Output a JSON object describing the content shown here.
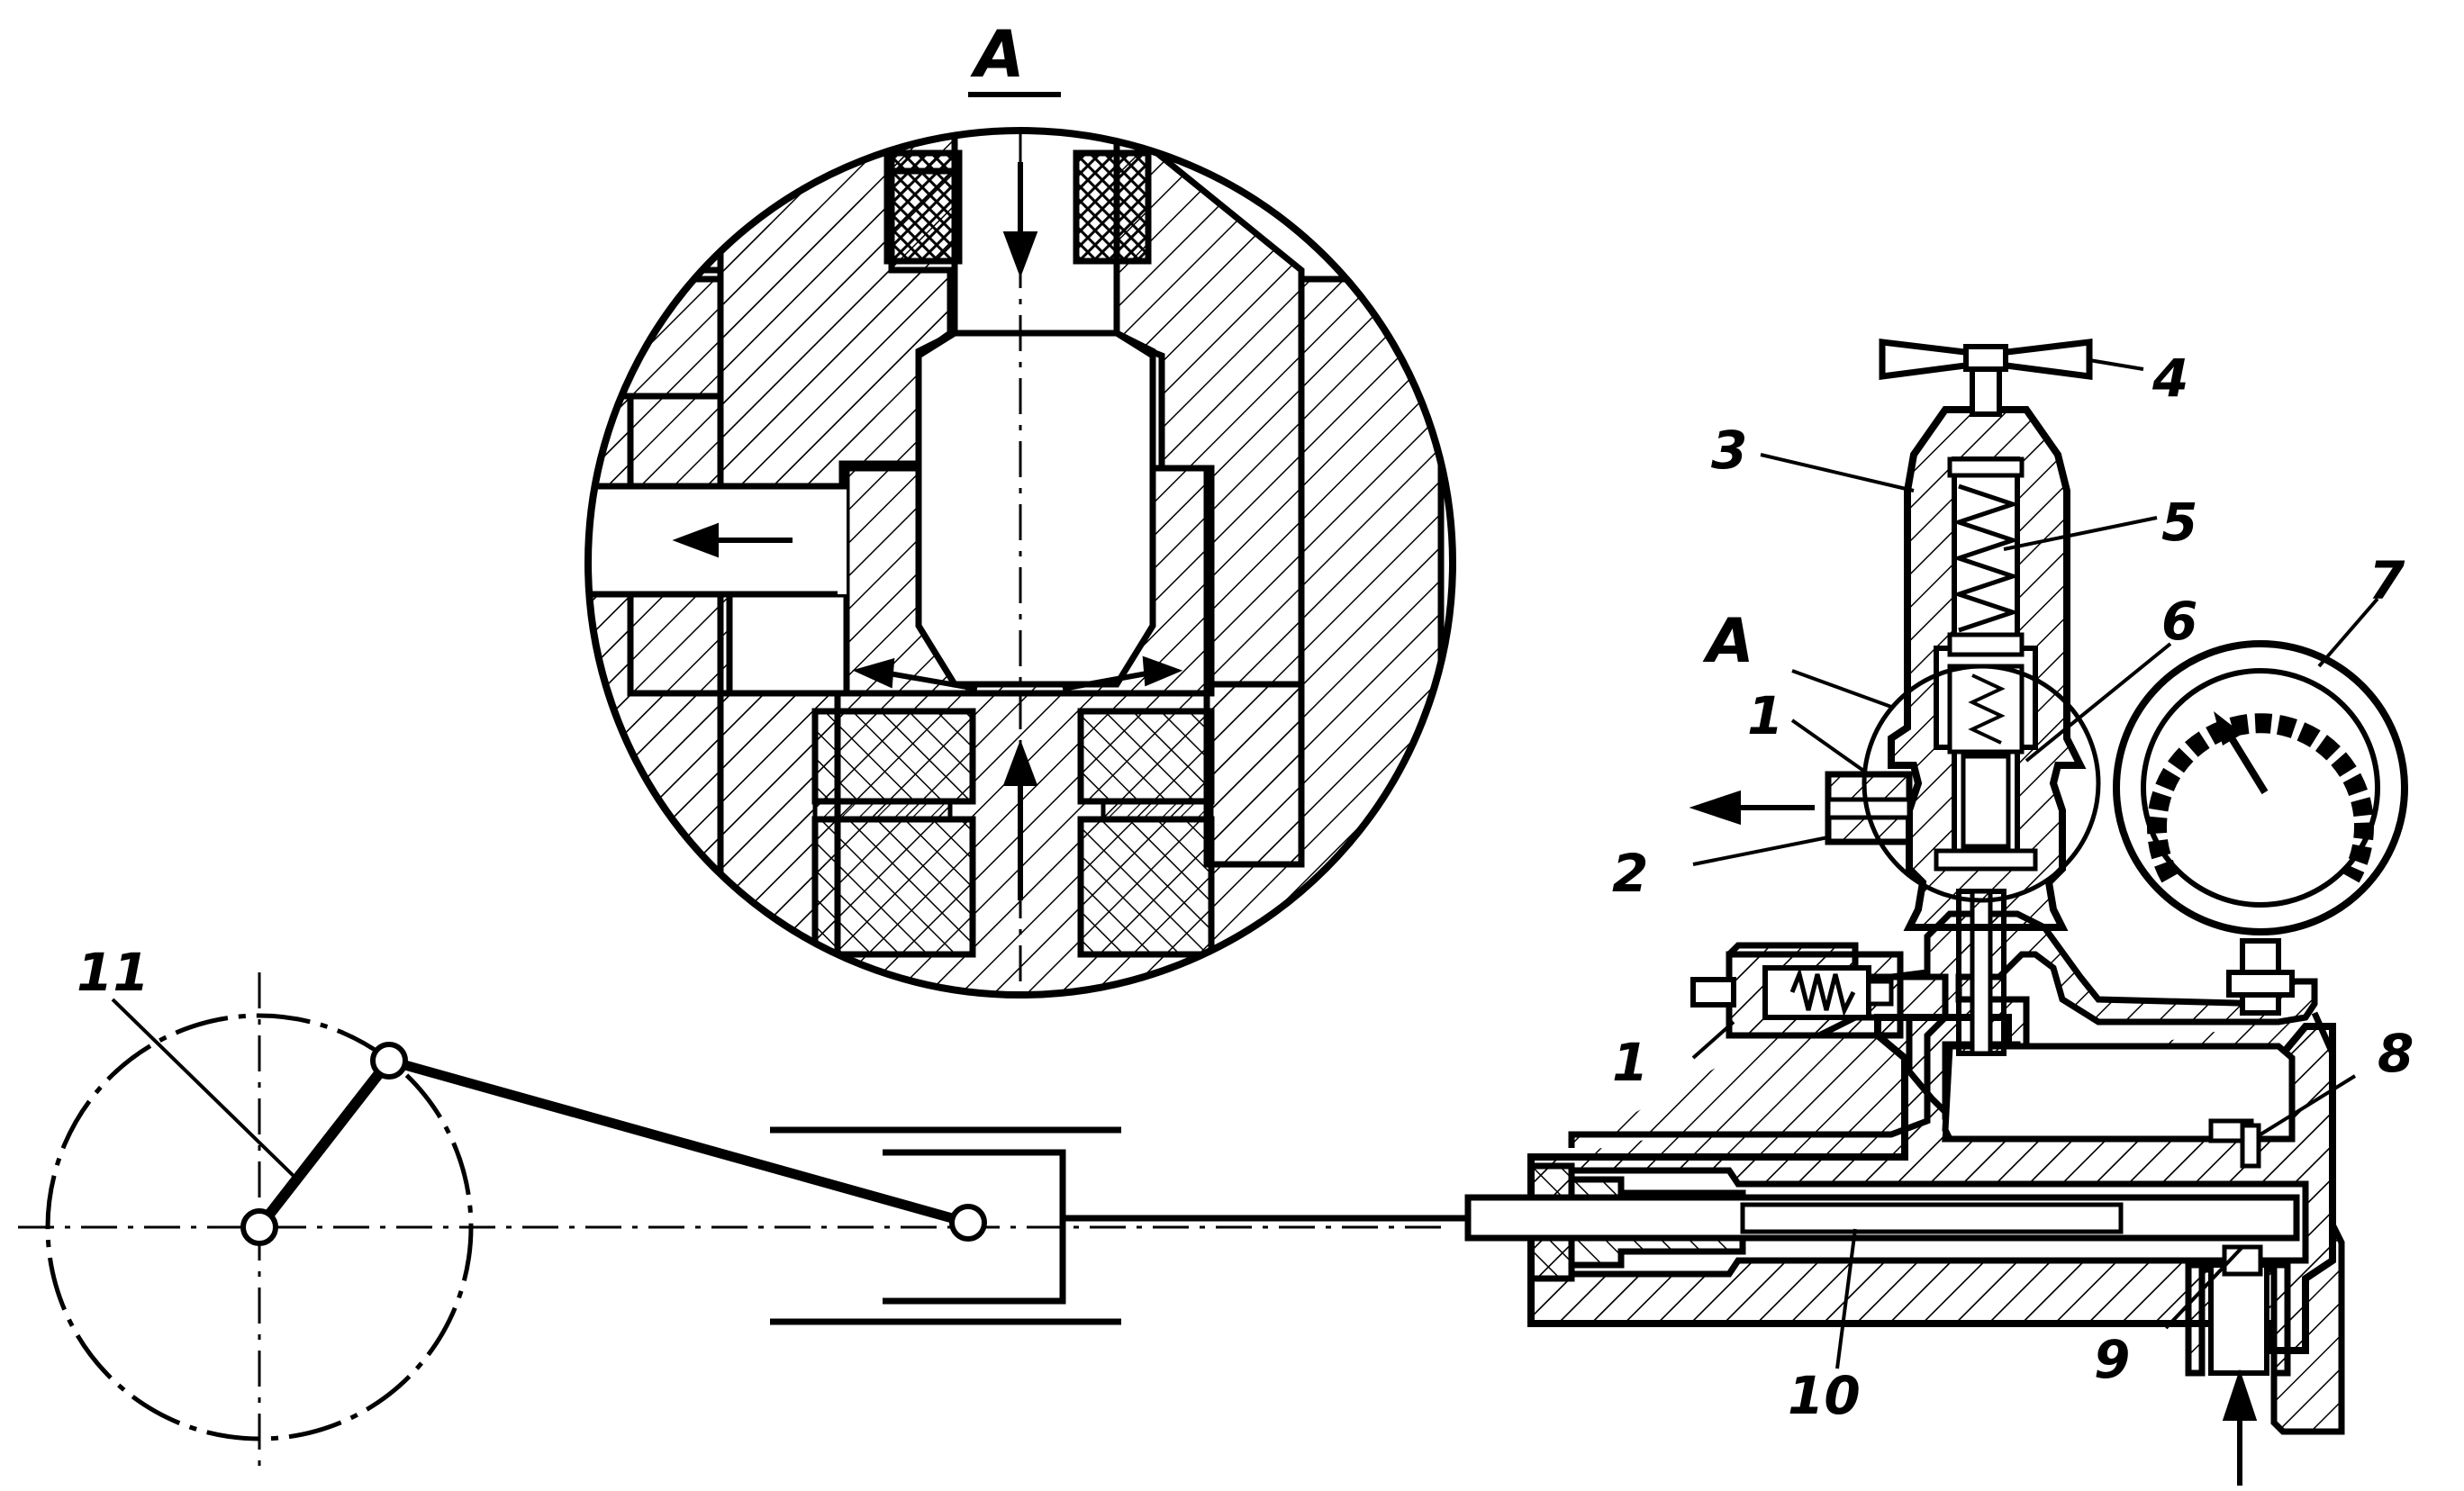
{
  "detail_title": "A",
  "labels": {
    "l1_top": "1",
    "l1_bottom": "1",
    "l2": "2",
    "l3": "3",
    "l4": "4",
    "l5": "5",
    "l6": "6",
    "l7": "7",
    "l8": "8",
    "l9": "9",
    "l10": "10",
    "l11": "11",
    "lA": "A"
  }
}
